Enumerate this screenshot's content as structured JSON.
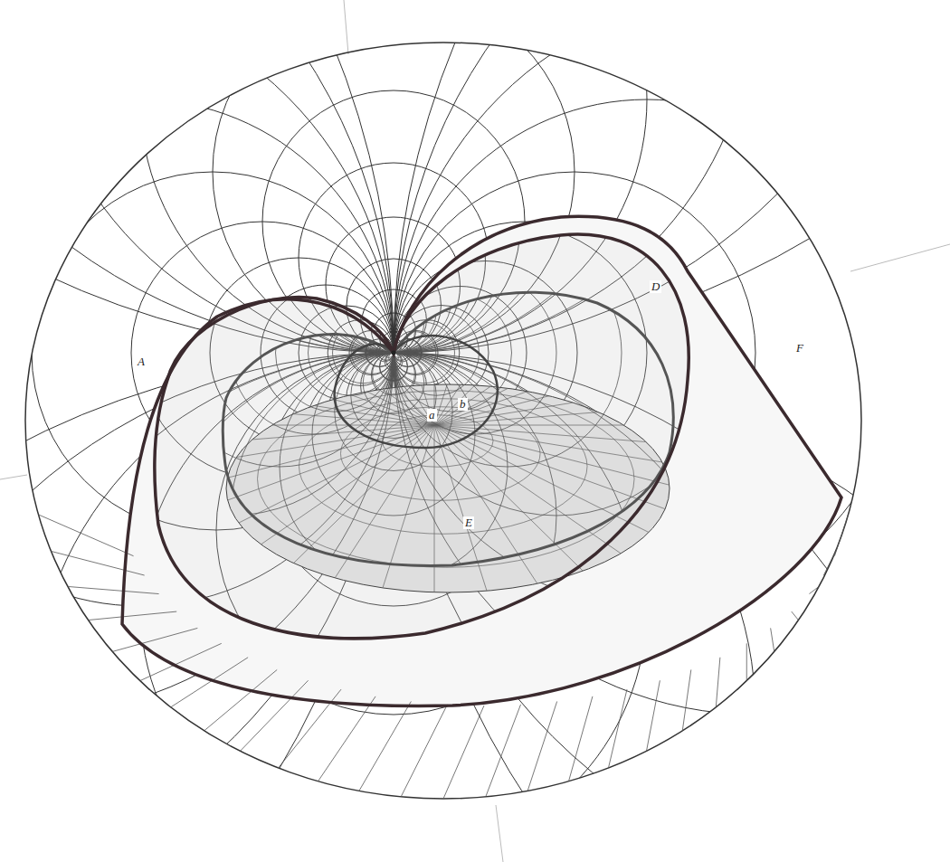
{
  "diagram": {
    "labels": [
      "A",
      "D",
      "F",
      "E",
      "a",
      "b"
    ]
  }
}
